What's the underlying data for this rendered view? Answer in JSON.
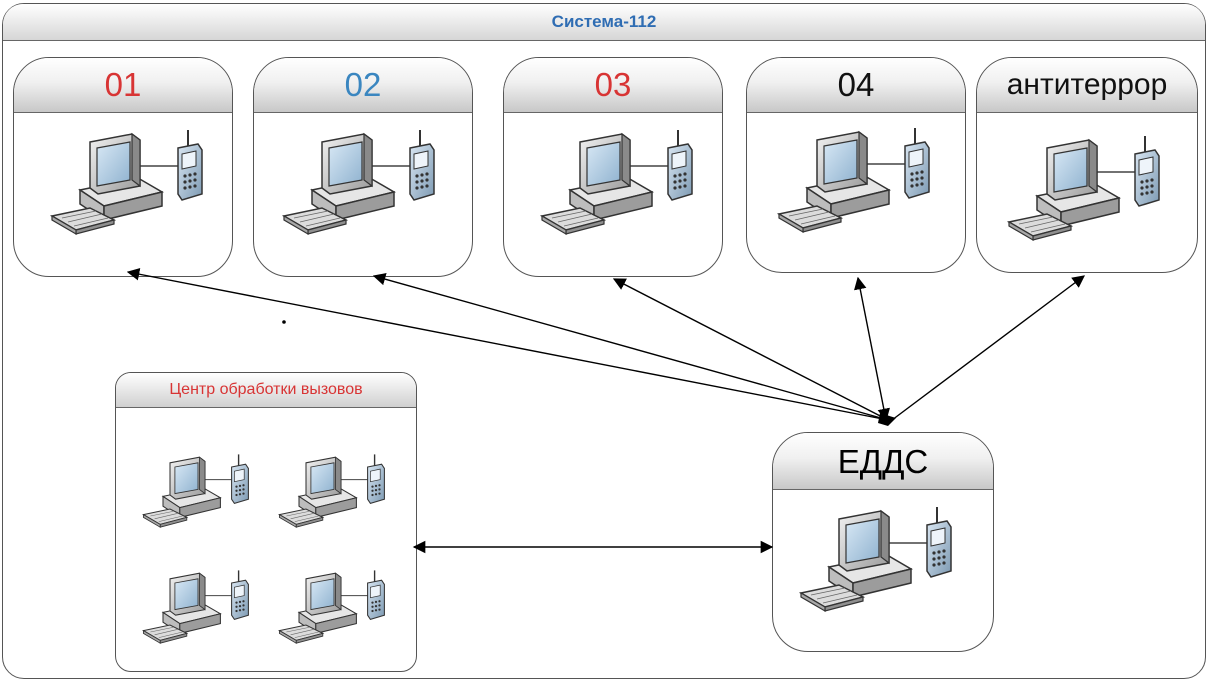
{
  "system": {
    "title": "Система-112",
    "title_color": "#2f6db3"
  },
  "services": [
    {
      "label": "01",
      "color": "#d83434",
      "icon": "workstation-icon"
    },
    {
      "label": "02",
      "color": "#3a86c0",
      "icon": "workstation-icon"
    },
    {
      "label": "03",
      "color": "#d83434",
      "icon": "workstation-icon"
    },
    {
      "label": "04",
      "color": "#111111",
      "icon": "workstation-icon"
    },
    {
      "label": "антитеррор",
      "color": "#111111",
      "icon": "workstation-icon"
    }
  ],
  "call_center": {
    "label": "Центр обработки вызовов",
    "label_color": "#d83434",
    "workstations": 4
  },
  "edds": {
    "label": "ЕДДС",
    "color": "#111111",
    "icon": "workstation-icon"
  }
}
